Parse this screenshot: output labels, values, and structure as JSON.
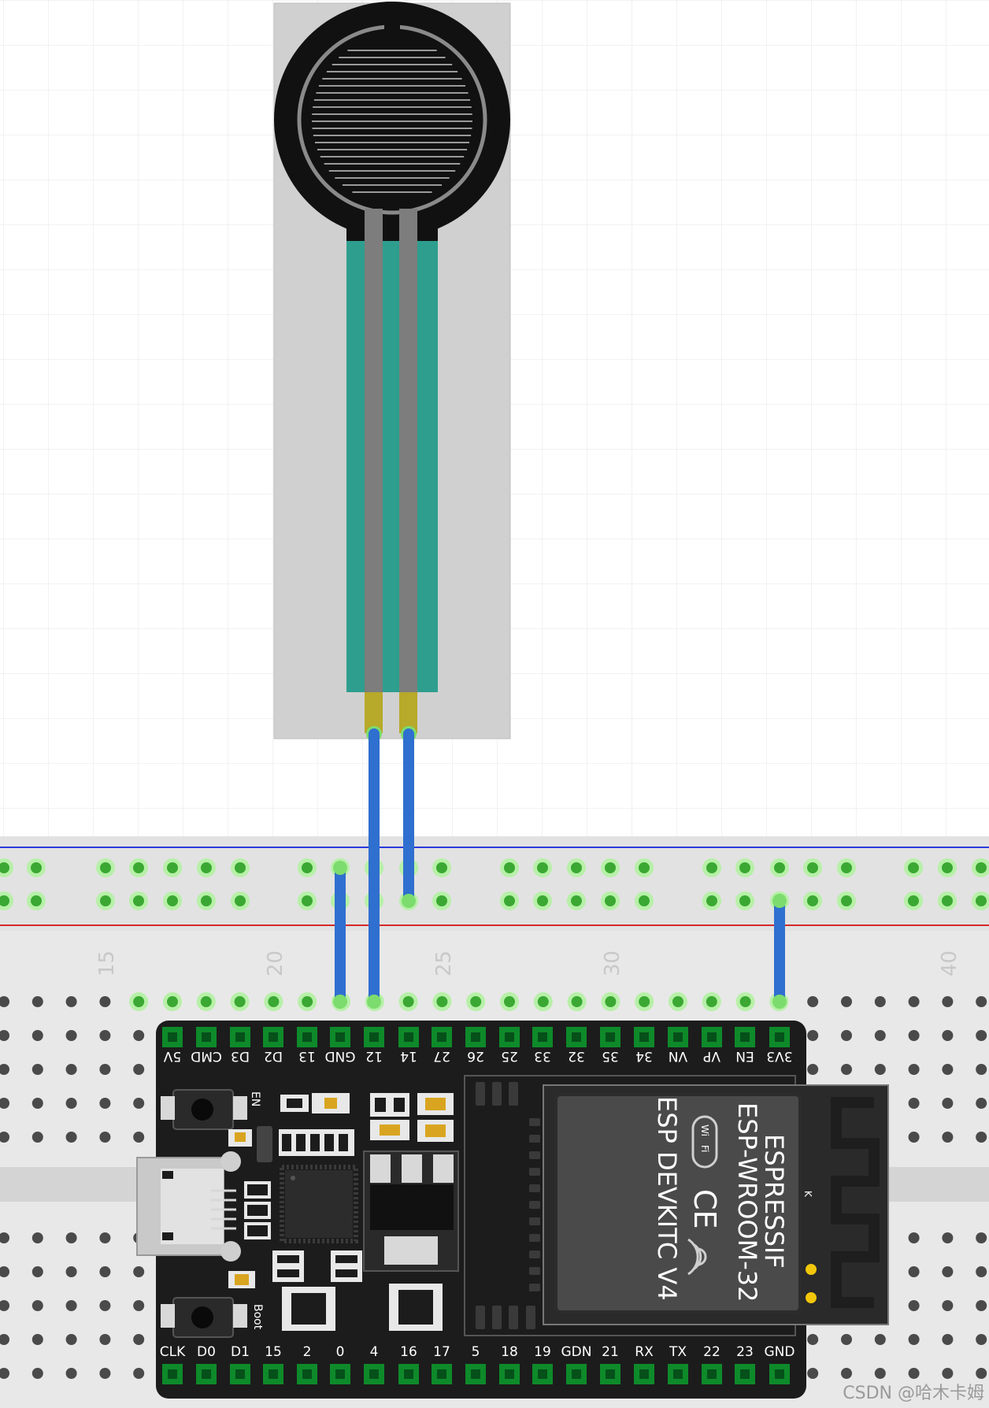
{
  "breadboard": {
    "column_numbers": [
      "15",
      "20",
      "25",
      "30",
      "40"
    ]
  },
  "board": {
    "top_pins": [
      "5V",
      "CMD",
      "D3",
      "D2",
      "13",
      "GND",
      "12",
      "14",
      "27",
      "26",
      "25",
      "33",
      "32",
      "35",
      "34",
      "VN",
      "VP",
      "EN",
      "3V3"
    ],
    "bottom_pins": [
      "CLK",
      "D0",
      "D1",
      "15",
      "2",
      "0",
      "4",
      "16",
      "17",
      "5",
      "18",
      "19",
      "GDN",
      "21",
      "RX",
      "TX",
      "22",
      "23",
      "GND"
    ],
    "en_button_label": "EN",
    "boot_button_label": "Boot",
    "module_brand": "ESPRESSIF",
    "module_name": "ESP-WROOM-32",
    "board_name": "ESP DEVKITC V4",
    "wifi_top": "Wi",
    "wifi_bottom": "Fi",
    "ce_mark": "CE",
    "antenna_mark": "K"
  },
  "colors": {
    "wire": "#2f6fcf",
    "sensor_body": "#2e9e8e",
    "sensor_trace": "#7d7d7d",
    "pin_highlight": "#7ddc6e",
    "board": "#1c1c1c",
    "header_pin": "#0e8a2a"
  },
  "icons": [
    "wifi-icon",
    "ce-icon",
    "rf-emission-icon"
  ],
  "watermark": "CSDN @哈木卡姆"
}
